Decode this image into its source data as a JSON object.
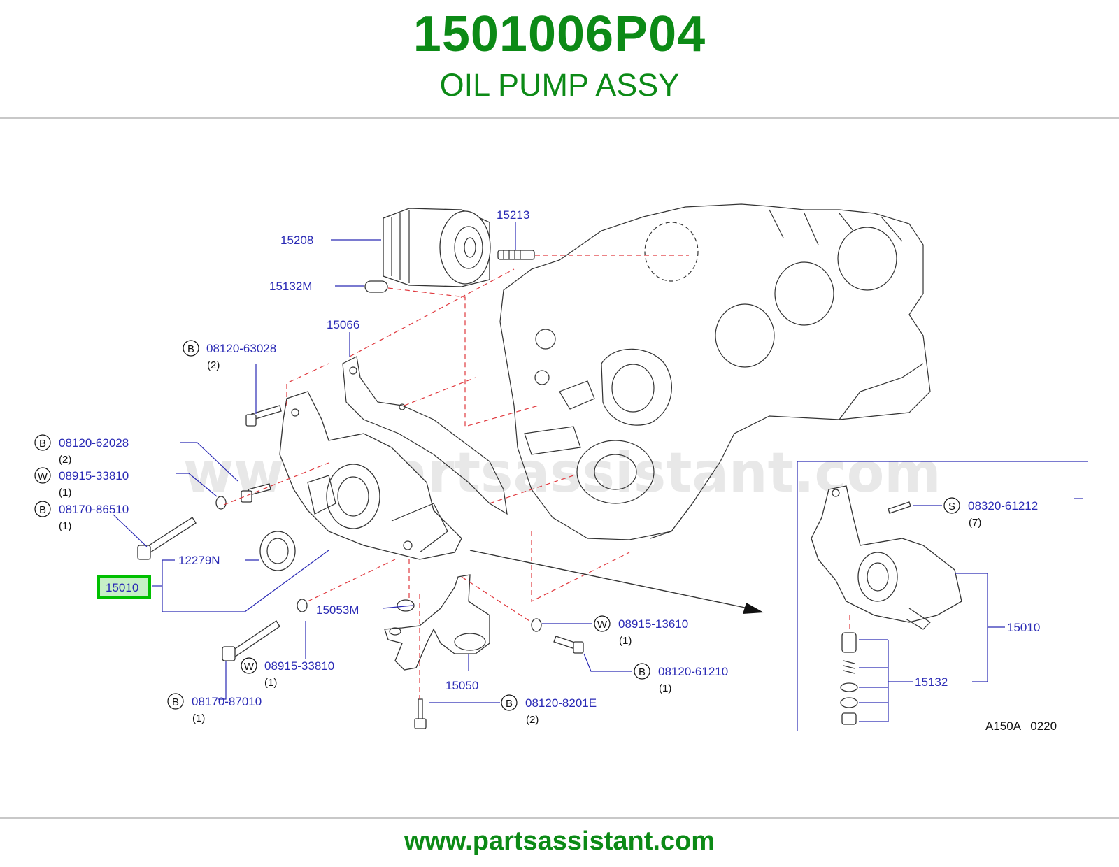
{
  "header": {
    "part_number": "1501006P04",
    "part_name": "OIL PUMP ASSY"
  },
  "footer": {
    "url": "www.partsassistant.com"
  },
  "watermark": "www.partsassistant.com",
  "diagram_ref": "A150A   0220",
  "highlight_color": "#00c000",
  "labels": {
    "l15208": "15208",
    "l15213": "15213",
    "l15132M": "15132M",
    "l15066": "15066",
    "l08120_63028": "08120-63028",
    "q08120_63028": "(2)",
    "l08120_62028": "08120-62028",
    "q08120_62028": "(2)",
    "l08915_33810a": "08915-33810",
    "q08915_33810a": "(1)",
    "l08170_86510": "08170-86510",
    "q08170_86510": "(1)",
    "l12279N": "12279N",
    "l15010_main": "15010",
    "l15053M": "15053M",
    "l08915_33810b": "08915-33810",
    "q08915_33810b": "(1)",
    "l08170_87010": "08170-87010",
    "q08170_87010": "(1)",
    "l15050": "15050",
    "l08120_8201E": "08120-8201E",
    "q08120_8201E": "(2)",
    "l08915_13610": "08915-13610",
    "q08915_13610": "(1)",
    "l08120_61210": "08120-61210",
    "q08120_61210": "(1)",
    "l08320_61212": "08320-61212",
    "q08320_61212": "(7)",
    "l15010_inset": "15010",
    "l15132": "15132"
  },
  "badges": {
    "b": "B",
    "w": "W",
    "s": "S"
  }
}
